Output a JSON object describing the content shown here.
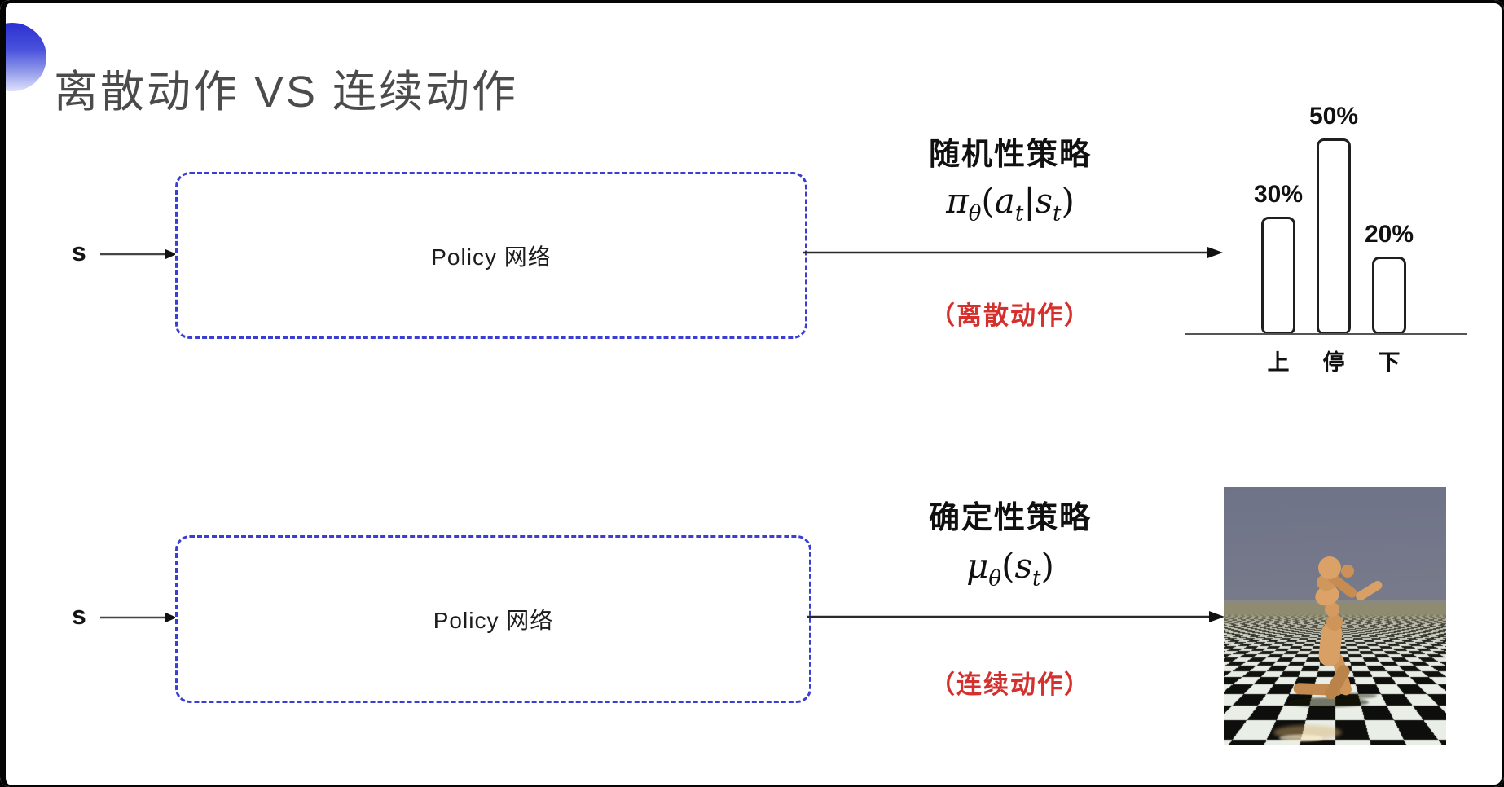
{
  "slide": {
    "title": "离散动作 VS 连续动作"
  },
  "colors": {
    "accent_blue": "#3a3ed2",
    "red": "#d4302e",
    "title_gray": "#4b4b4b",
    "arrow": "#2a2a2a",
    "bar_stroke": "#1f1f1f",
    "sky_top": "#6f7388",
    "sky_bottom": "#85868e",
    "ground_far": "#8f8b70",
    "floor_light": "#e9eee7",
    "floor_dark": "#0e0e0c",
    "body_tan": "#d59a60"
  },
  "top_flow": {
    "input_label": "s",
    "box_label": "Policy 网络",
    "policy_type": "随机性策略",
    "formula": {
      "sym": "π",
      "sub0": "θ",
      "open": "(",
      "v1": "a",
      "sub1": "t",
      "pipe": "|",
      "v2": "s",
      "sub2": "t",
      "close": ")"
    },
    "action_note": "（离散动作）"
  },
  "bottom_flow": {
    "input_label": "s",
    "box_label": "Policy 网络",
    "policy_type": "确定性策略",
    "formula": {
      "sym": "μ",
      "sub0": "θ",
      "open": "(",
      "v1": "s",
      "sub1": "t",
      "close": ")"
    },
    "action_note": "（连续动作）"
  },
  "chart_data": {
    "type": "bar",
    "title": "",
    "categories": [
      "上",
      "停",
      "下"
    ],
    "values": [
      30,
      50,
      20
    ],
    "labels": [
      "30%",
      "50%",
      "20%"
    ],
    "ylim": [
      0,
      50
    ],
    "grid": false,
    "legend": false,
    "bar_style": "outlined-rounded",
    "baseline": true
  }
}
